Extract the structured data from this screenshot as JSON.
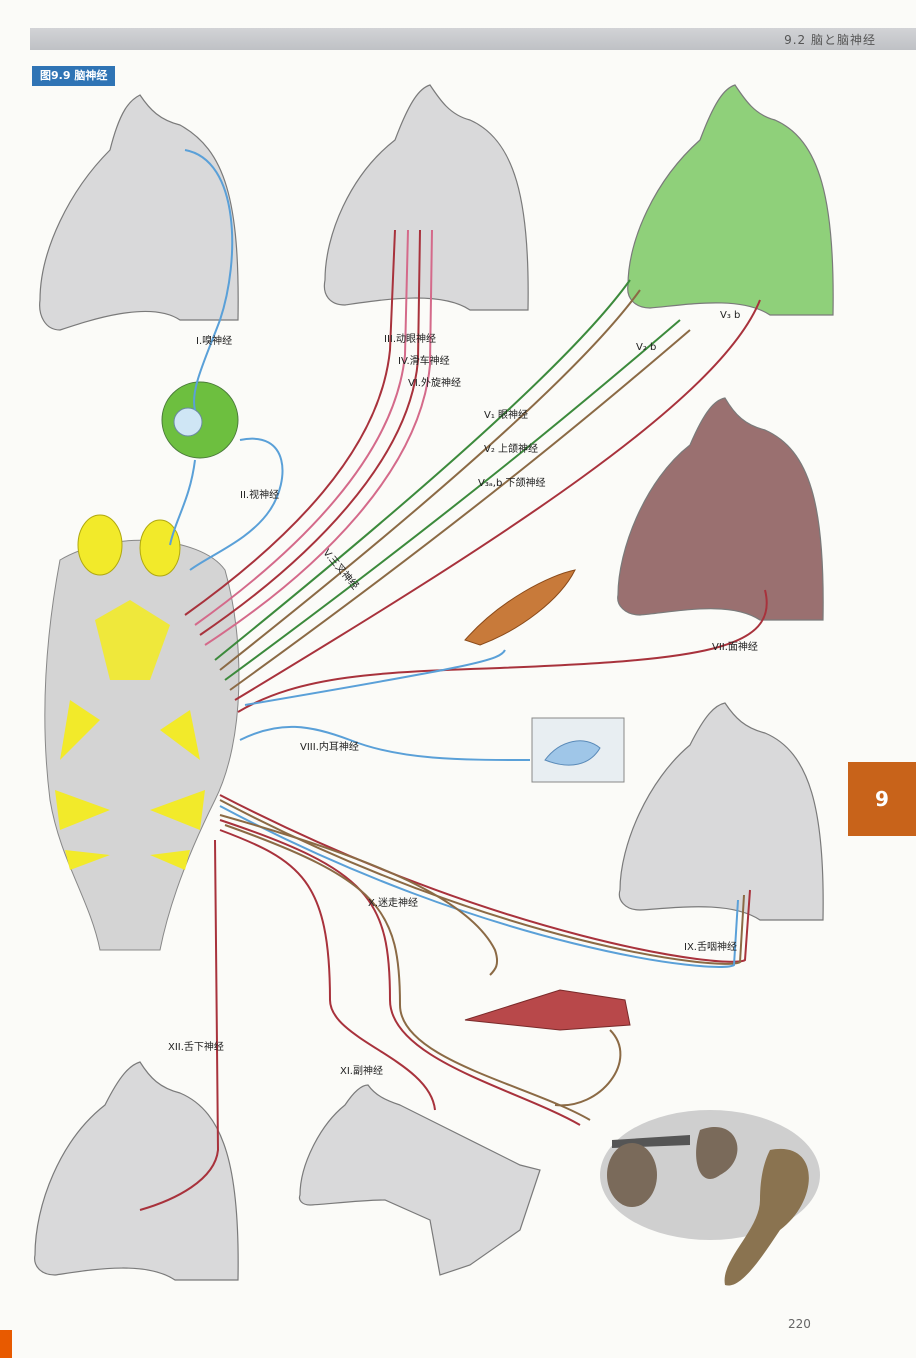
{
  "header": {
    "section": "9.2  脑と脑神经"
  },
  "figure": {
    "label": "图9.9  脑神经"
  },
  "chapter_tab": "9",
  "page_number": "220",
  "nerve_labels": {
    "I": "I.嗅神经",
    "II": "II.视神经",
    "III": "III.动眼神经",
    "IV": "IV.滑车神经",
    "VI": "VI.外旋神经",
    "V": "V.三叉神经",
    "V1": "V₁ 眼神经",
    "V2": "V₂ 上颌神经",
    "V3": "V₃ₐ,b 下颌神经",
    "V2b": "V₂ b",
    "V3b": "V₃ b",
    "VII": "VII.面神经",
    "VIII": "VIII.内耳神经",
    "IX": "IX.舌咽神经",
    "X": "X.迷走神经",
    "XI": "XI.副神经",
    "XII": "XII.舌下神经"
  },
  "colors": {
    "sensory": "#5aa0d8",
    "motor": "#a8323c",
    "parasymp": "#3c8a3c",
    "mixed_brown": "#8b6a45",
    "brain_yellow": "#f2ea2a",
    "accent_orange": "#c8631a"
  }
}
